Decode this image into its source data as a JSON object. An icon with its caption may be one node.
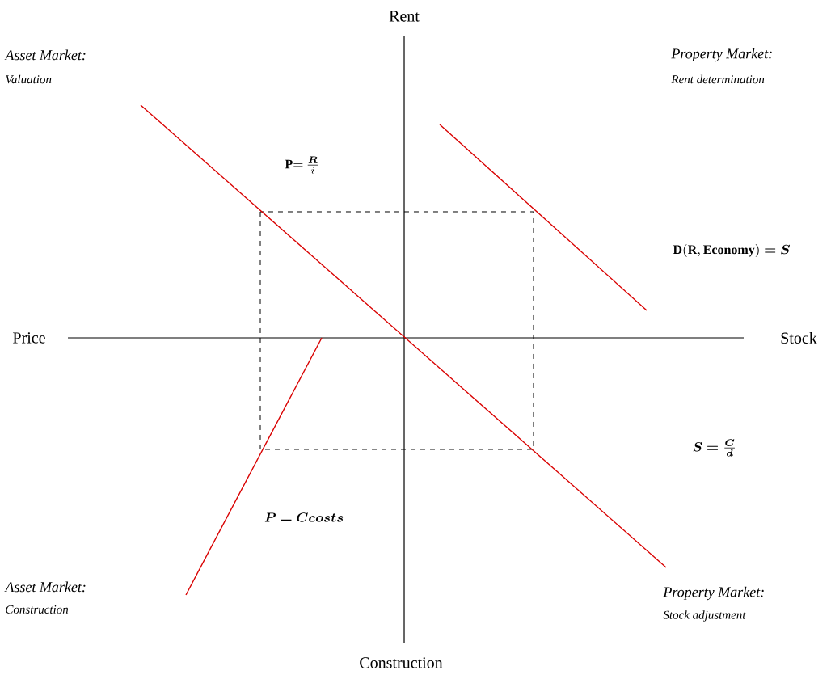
{
  "diagram": {
    "labels": [
      "Rent",
      "Asset Market:",
      "Valuation",
      "Property Market:",
      "Rent determination",
      "\\mathbf{P}{=}\\,\\frac{\\boldsymbol{R}}{i}",
      "\\mathbf{D(R, Economy)} \\boldsymbol{=S}",
      "Price",
      "Stock",
      "\\boldsymbol{S=\\frac{C}{d}}",
      "\\boldsymbol{P=Ccosts}",
      "Asset Market:",
      "Construction",
      "Property Market:",
      "Stock adjustment",
      "Construction"
    ]
  }
}
